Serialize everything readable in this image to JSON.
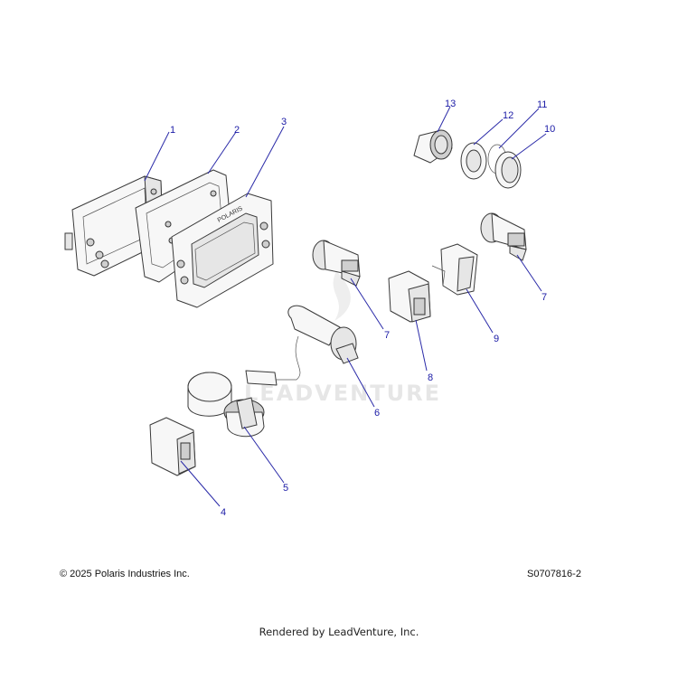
{
  "callouts": {
    "c1": "1",
    "c2": "2",
    "c3": "3",
    "c4": "4",
    "c5": "5",
    "c6": "6",
    "c7a": "7",
    "c7b": "7",
    "c8": "8",
    "c9": "9",
    "c10": "10",
    "c11": "11",
    "c12": "12",
    "c13": "13"
  },
  "part_markings": {
    "bezel_logo": "POLARIS"
  },
  "watermark": "LEADVENTURE",
  "footer": {
    "copyright": "© 2025 Polaris Industries Inc.",
    "drawing_id": "S0707816-2",
    "rendered_by": "Rendered by LeadVenture, Inc."
  },
  "colors": {
    "callout": "#1a1aa6",
    "leader_line": "#2a2aa8",
    "part_outline": "#3a3a3a"
  }
}
